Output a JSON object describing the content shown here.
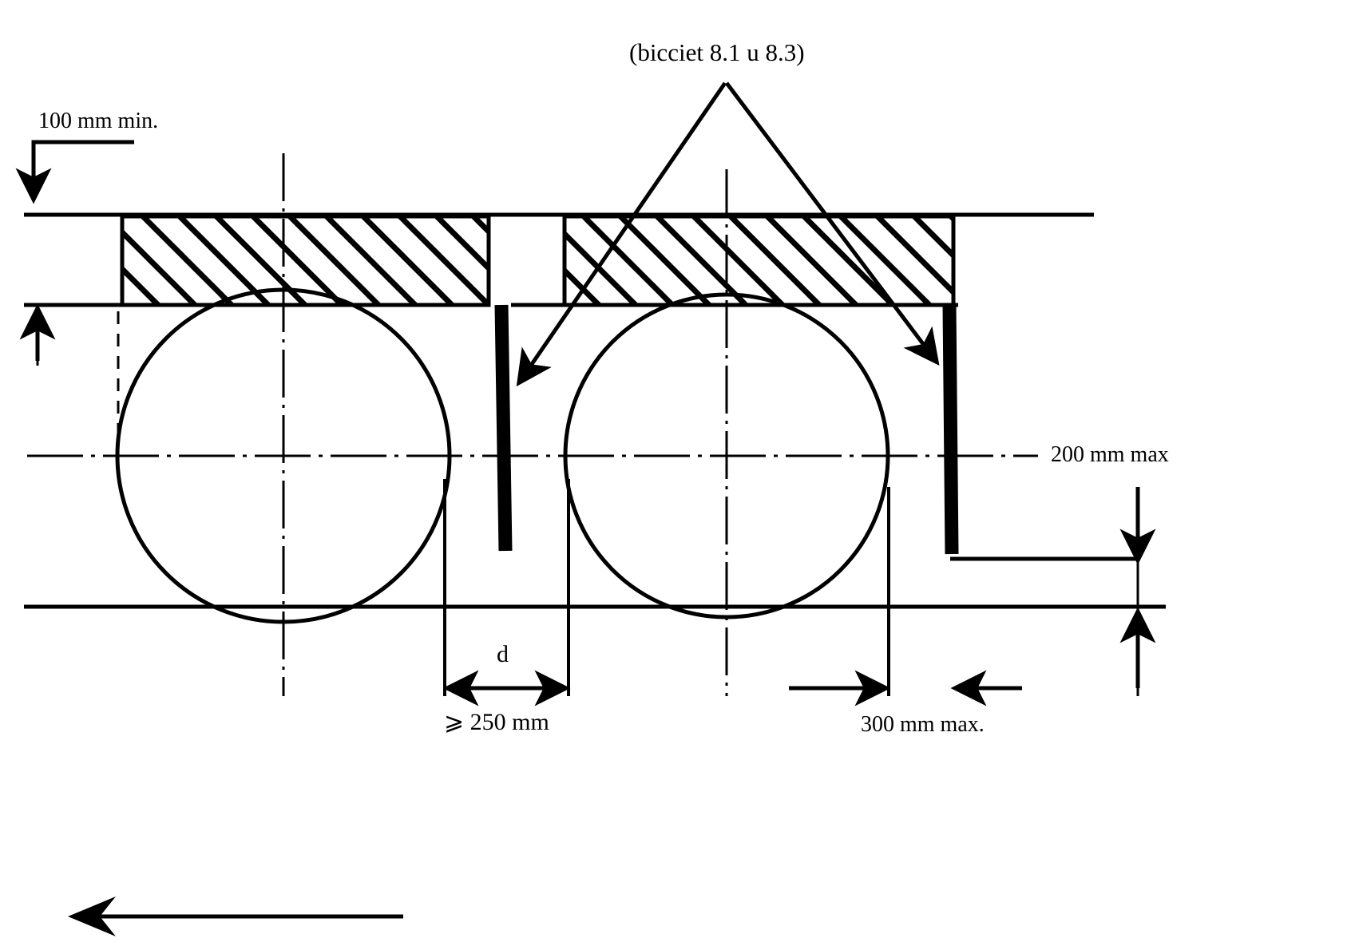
{
  "figure": {
    "kind": "engineering-cross-section-diagram",
    "title": "(bicciet 8.1 u 8.3)",
    "background_color": "#ffffff",
    "line_color": "#000000"
  },
  "labels": {
    "title": "(bicciet 8.1 u 8.3)",
    "top_cover": "100 mm min.",
    "right_depth": "200 mm max",
    "spacing_symbol": "d",
    "spacing_min": "⩾ 250 mm",
    "edge_max": "300 mm max."
  },
  "chart_data": {
    "type": "diagram",
    "title": "(bicciet 8.1 u 8.3)",
    "annotations": [
      {
        "text": "100 mm min.",
        "refers_to": "cover-above-slab-top",
        "placement": "top-left"
      },
      {
        "text": "200 mm max",
        "refers_to": "bar-embedment-depth",
        "placement": "right-middle"
      },
      {
        "text": "d",
        "refers_to": "clear-gap-between-pipes",
        "placement": "bottom-center"
      },
      {
        "text": "⩾ 250 mm",
        "refers_to": "minimum-gap-dimension",
        "placement": "bottom-center"
      },
      {
        "text": "300 mm max.",
        "refers_to": "edge-distance-dimension",
        "placement": "bottom-right"
      },
      {
        "text": "(bicciet 8.1 u 8.3)",
        "refers_to": "two-vertical-black-bars",
        "placement": "top-center"
      }
    ],
    "elements": [
      {
        "name": "hatched-slab-left",
        "type": "hatched-rectangle"
      },
      {
        "name": "hatched-slab-right",
        "type": "hatched-rectangle"
      },
      {
        "name": "circle-left",
        "type": "circle"
      },
      {
        "name": "circle-right",
        "type": "circle"
      },
      {
        "name": "black-bar-center",
        "type": "thick-vertical-bar"
      },
      {
        "name": "black-bar-right",
        "type": "thick-vertical-bar"
      },
      {
        "name": "flow-direction-arrow",
        "type": "arrow",
        "direction": "left"
      }
    ]
  }
}
